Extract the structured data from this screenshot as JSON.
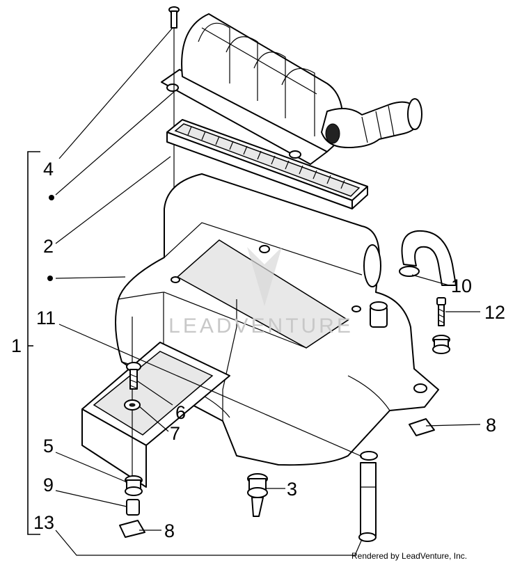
{
  "labels": {
    "l1": "1",
    "l2": "2",
    "l3": "3",
    "l4": "4",
    "l5": "5",
    "l6": "6",
    "l7": "7",
    "l8a": "8",
    "l8b": "8",
    "l9": "9",
    "l10": "10",
    "l11": "11",
    "l12": "12",
    "l13": "13"
  },
  "watermark": "LEADVENTURE",
  "credit": "Rendered by LeadVenture, Inc."
}
